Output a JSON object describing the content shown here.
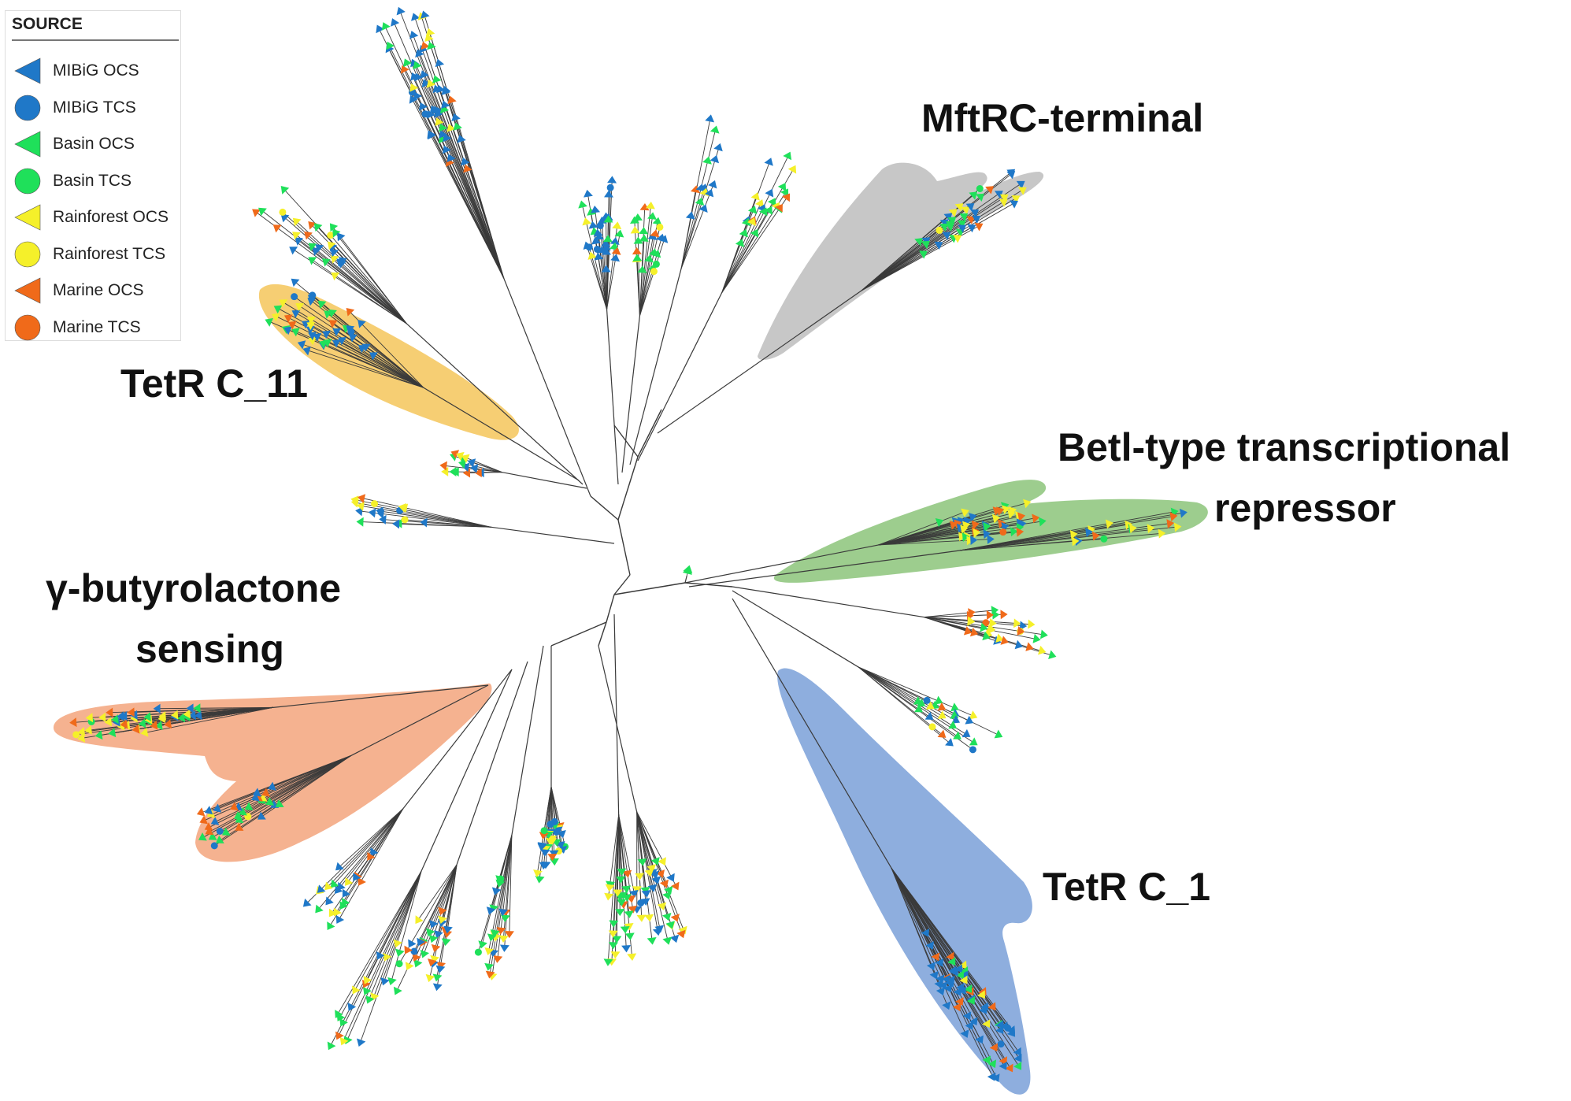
{
  "legend": {
    "title": "SOURCE",
    "items": [
      {
        "label": "MIBiG OCS",
        "shape": "triangle",
        "color": "#1f78c8"
      },
      {
        "label": "MIBiG TCS",
        "shape": "circle",
        "color": "#1f78c8"
      },
      {
        "label": "Basin OCS",
        "shape": "triangle",
        "color": "#1fe05a"
      },
      {
        "label": "Basin TCS",
        "shape": "circle",
        "color": "#1fe05a"
      },
      {
        "label": "Rainforest OCS",
        "shape": "triangle",
        "color": "#f5f02a"
      },
      {
        "label": "Rainforest TCS",
        "shape": "circle",
        "color": "#f5f02a"
      },
      {
        "label": "Marine OCS",
        "shape": "triangle",
        "color": "#f06a1a"
      },
      {
        "label": "Marine TCS",
        "shape": "circle",
        "color": "#f06a1a"
      }
    ]
  },
  "clades": {
    "mftrc": {
      "label": "MftRC-terminal",
      "color": "#bdbdbd"
    },
    "tetr11": {
      "label": "TetR C_11",
      "color": "#f5c65a"
    },
    "betl": {
      "label_line1": "Betl-type transcriptional",
      "label_line2": "repressor",
      "color": "#8cc47a"
    },
    "gbl": {
      "label_line1": "γ-butyrolactone",
      "label_line2": "sensing",
      "color": "#f3a47c"
    },
    "tetr1": {
      "label": "TetR C_1",
      "color": "#7aa0d8"
    }
  }
}
